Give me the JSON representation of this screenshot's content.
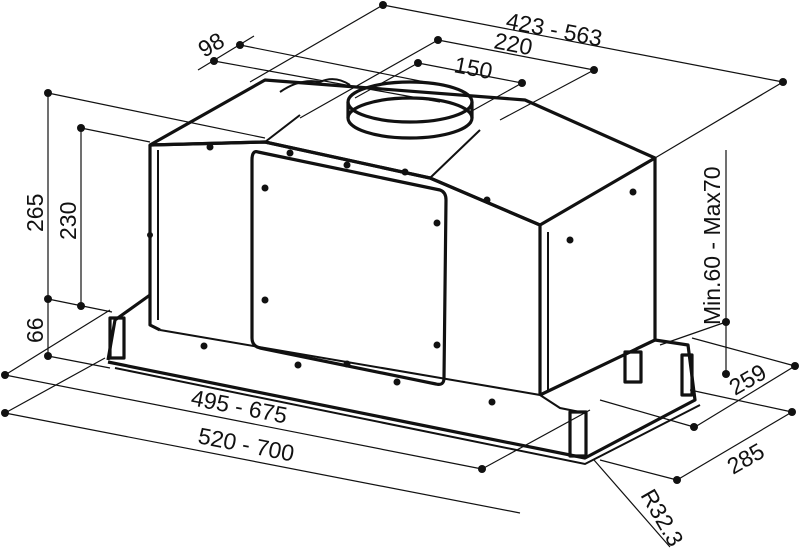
{
  "diagram": {
    "title": "Built-in cooker hood dimension drawing",
    "units": "mm",
    "colors": {
      "line": "#111111",
      "background": "#ffffff"
    },
    "dimensions": {
      "overall_depth": "423 - 563",
      "outlet_offset_large": "220",
      "outlet_offset_small": "150",
      "outlet_edge_offset": "98",
      "total_height": "265",
      "body_height": "230",
      "bottom_height": "66",
      "front_width": "495 - 675",
      "overall_width": "520 - 700",
      "side_height_range": "Min.60 - Max70",
      "inner_depth": "259",
      "frame_depth": "285",
      "corner_radius": "R32.3"
    }
  }
}
